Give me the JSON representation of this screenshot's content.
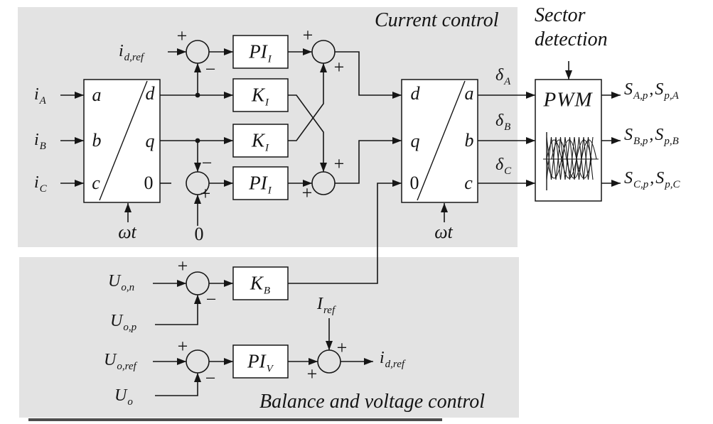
{
  "colors": {
    "panel": "#e3e3e3",
    "line": "#161616",
    "background": "#ffffff",
    "edge_strip": "#4d4d4d"
  },
  "sections": {
    "current_control": "Current control",
    "balance_voltage": "Balance and voltage control",
    "sector_line1": "Sector",
    "sector_line2": "detection"
  },
  "signs": {
    "plus": "+",
    "minus": "−"
  },
  "blocks": {
    "pi_current": {
      "main": "PI",
      "sub": "I"
    },
    "k_current": {
      "main": "K",
      "sub": "I"
    },
    "k_balance": {
      "main": "K",
      "sub": "B"
    },
    "pi_voltage": {
      "main": "PI",
      "sub": "V"
    },
    "pwm": "PWM"
  },
  "transform_abc_to_dq0": {
    "inputs": [
      "a",
      "b",
      "c"
    ],
    "outputs": [
      "d",
      "q",
      "0"
    ],
    "angle": "ωt"
  },
  "transform_dq0_to_abc": {
    "inputs": [
      "d",
      "q",
      "0"
    ],
    "outputs": [
      "a",
      "b",
      "c"
    ],
    "angle": "ωt"
  },
  "signals": {
    "i_a": {
      "main": "i",
      "sub": "A"
    },
    "i_b": {
      "main": "i",
      "sub": "B"
    },
    "i_c": {
      "main": "i",
      "sub": "C"
    },
    "i_d_ref_in": {
      "main": "i",
      "sub": "d,ref"
    },
    "zero_reference": "0",
    "u_o_n": {
      "main": "U",
      "sub": "o,n"
    },
    "u_o_p": {
      "main": "U",
      "sub": "o,p"
    },
    "u_o_ref": {
      "main": "U",
      "sub": "o,ref"
    },
    "u_o": {
      "main": "U",
      "sub": "o"
    },
    "i_ref": {
      "main": "I",
      "sub": "ref"
    },
    "i_d_ref_out": {
      "main": "i",
      "sub": "d,ref"
    },
    "delta_a": {
      "main": "δ",
      "sub": "A"
    },
    "delta_b": {
      "main": "δ",
      "sub": "B"
    },
    "delta_c": {
      "main": "δ",
      "sub": "C"
    },
    "s_a": {
      "main1": "S",
      "sub1": "A,p",
      "sep": ",",
      "main2": "S",
      "sub2": "p,A"
    },
    "s_b": {
      "main1": "S",
      "sub1": "B,p",
      "sep": ",",
      "main2": "S",
      "sub2": "p,B"
    },
    "s_c": {
      "main1": "S",
      "sub1": "C,p",
      "sep": ",",
      "main2": "S",
      "sub2": "p,C"
    }
  }
}
